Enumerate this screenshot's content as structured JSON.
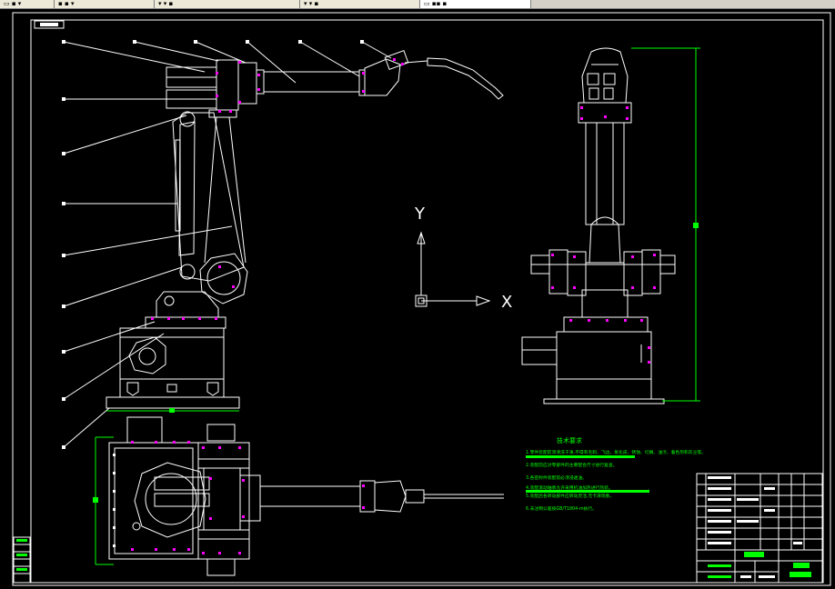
{
  "tabs": [
    {
      "label": "▭ ▪ ▾"
    },
    {
      "label": "▪ ▪ ▾"
    },
    {
      "label": "▾ ▾ ▪"
    },
    {
      "label": "▾ ▾ ▪"
    },
    {
      "label": "▭ ▪▪ ▪"
    }
  ],
  "axis": {
    "y_label": "Y",
    "x_label": "X"
  },
  "tech_req": {
    "title": "技术要求",
    "lines": [
      "1.零件装配前须清洗干净,不得有毛刺、飞边、氧化皮、锈蚀、切屑、油污、着色剂和灰尘等。",
      "2.装配前应对零部件的主要配合尺寸进行复查。",
      "3.各密封件装配前必须浸透油。",
      "4.装配滚动轴承允许采用机油加热进行热装。",
      "5.装配后各转动部件应转动灵活,无卡滞现象。",
      "6.未注明公差按GB/T1804-m执行。"
    ]
  },
  "colors": {
    "line": "#ffffff",
    "dim": "#00ff00",
    "mark": "#ff00ff",
    "frame": "#ffffff",
    "background": "#000000"
  }
}
